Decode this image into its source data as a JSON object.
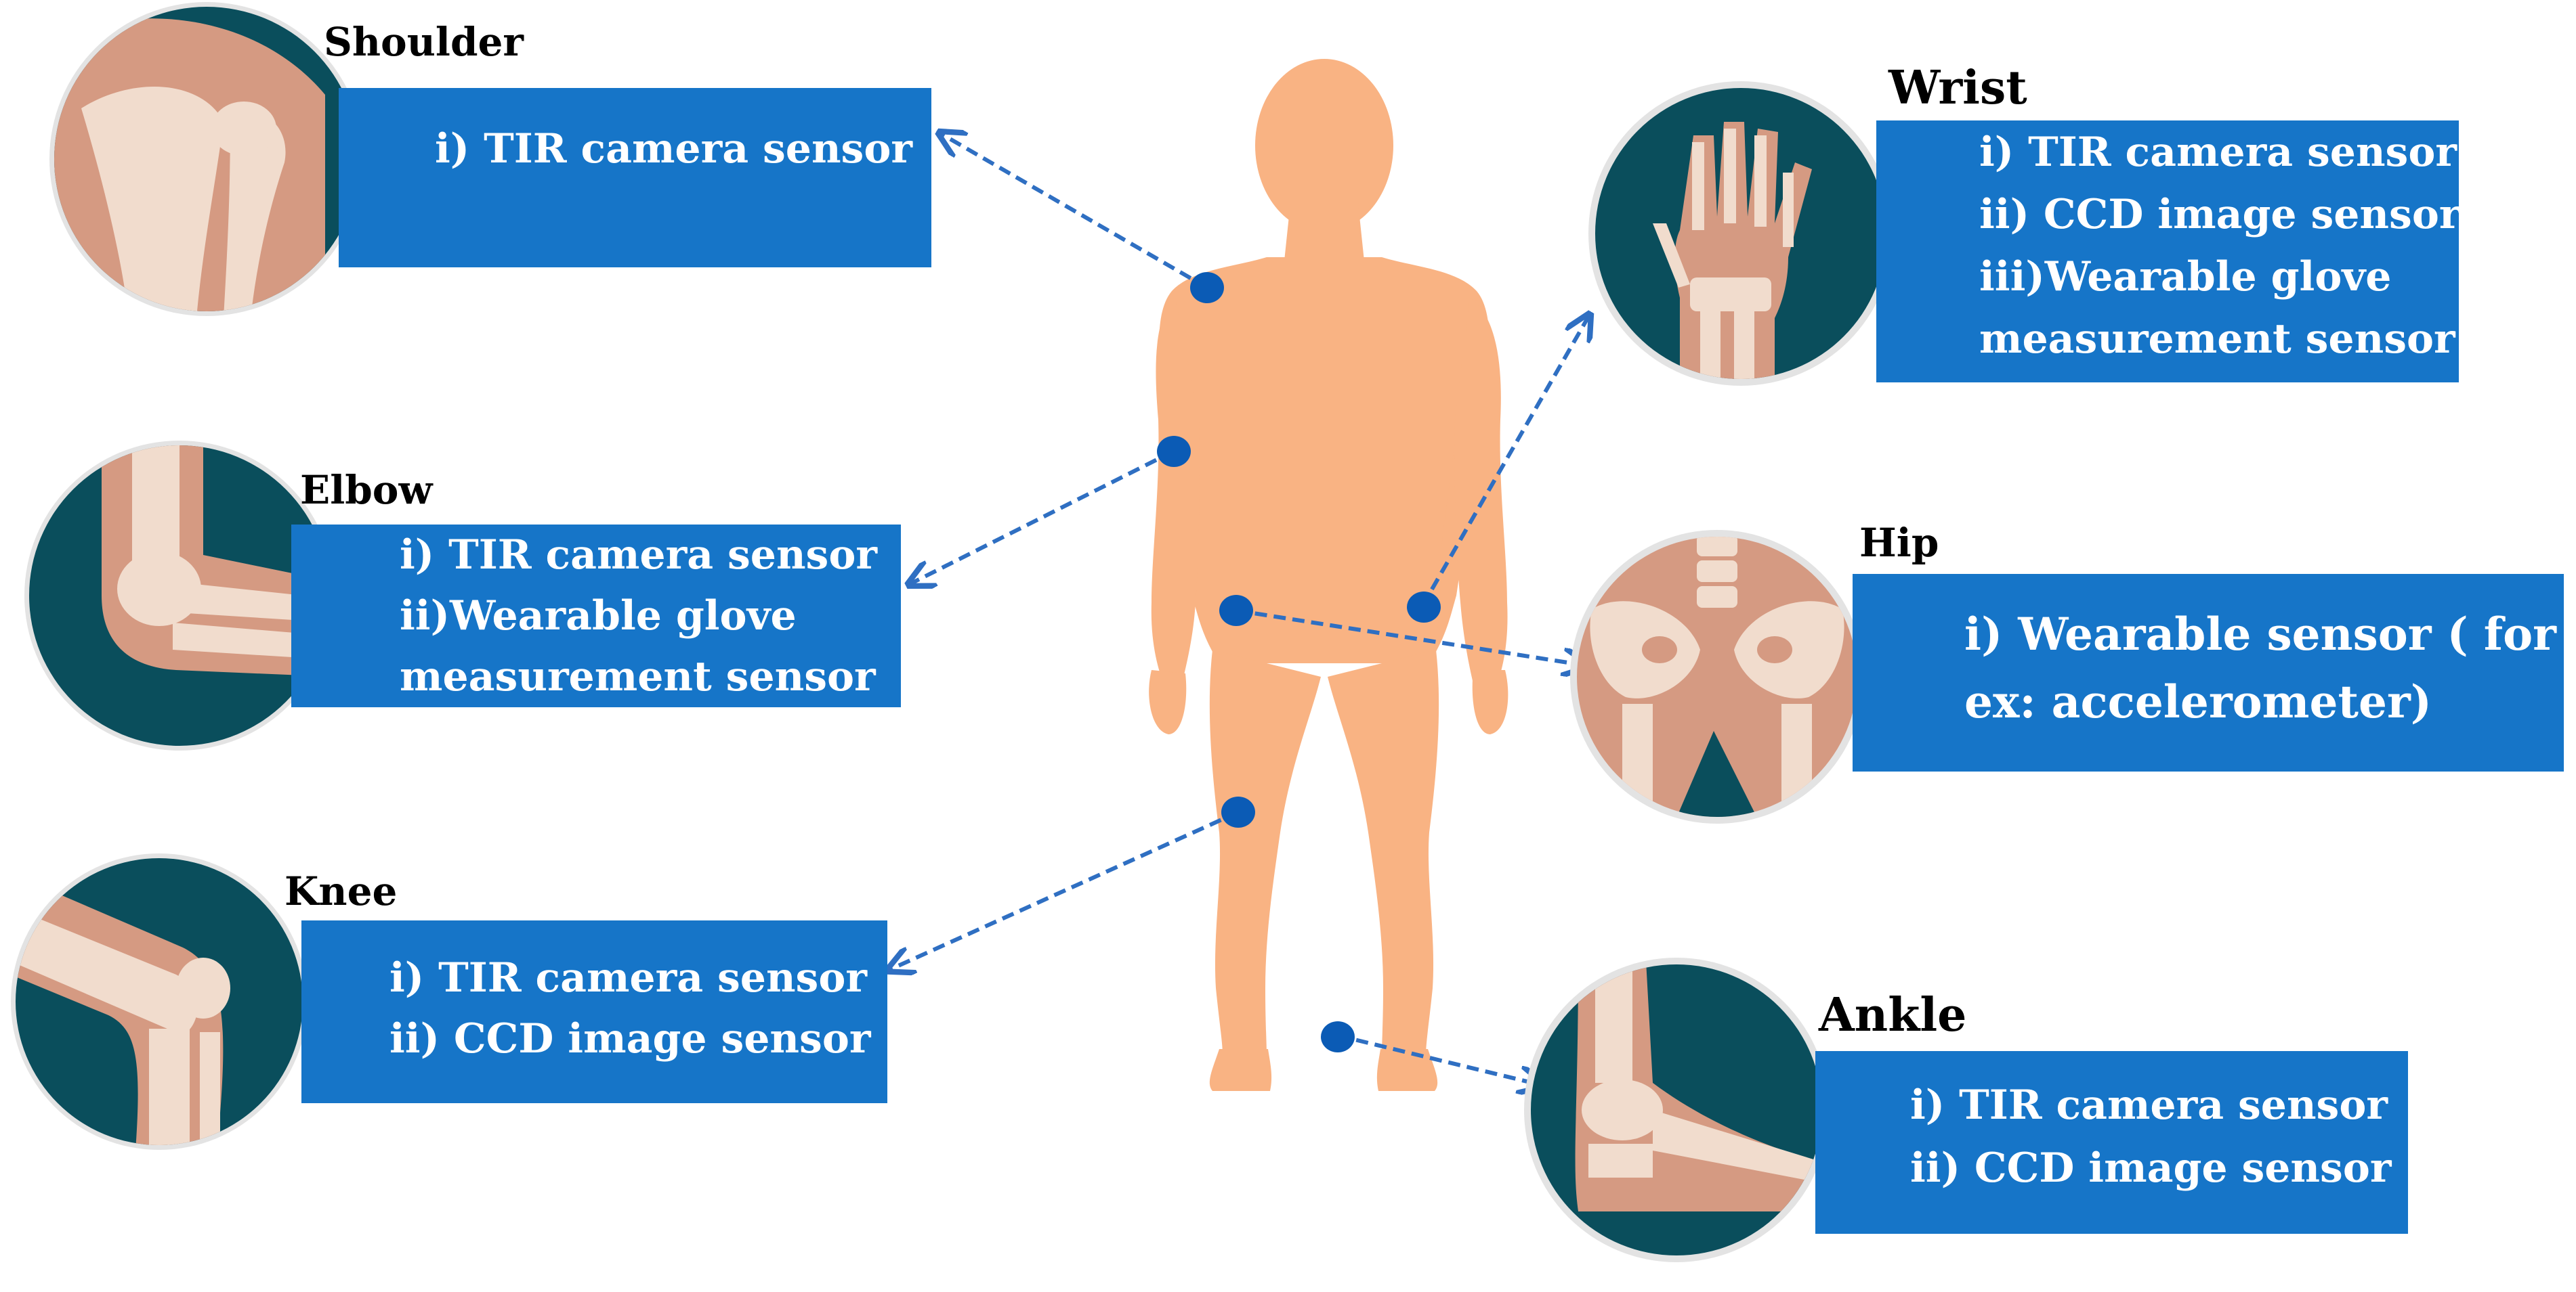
{
  "joints": {
    "shoulder": {
      "title": "Shoulder",
      "sensors": [
        "i) TIR camera sensor"
      ]
    },
    "elbow": {
      "title": "Elbow",
      "sensors": [
        "i) TIR camera sensor",
        "ii)Wearable glove",
        "measurement sensor"
      ]
    },
    "knee": {
      "title": "Knee",
      "sensors": [
        "i) TIR camera sensor",
        "ii) CCD image sensor"
      ]
    },
    "wrist": {
      "title": "Wrist",
      "sensors": [
        "i) TIR camera sensor",
        "ii) CCD image sensor",
        "iii)Wearable glove",
        "measurement sensor"
      ]
    },
    "hip": {
      "title": "Hip",
      "sensors": [
        "i) Wearable sensor ( for",
        "ex: accelerometer)"
      ]
    },
    "ankle": {
      "title": "Ankle",
      "sensors": [
        "i) TIR camera sensor",
        "ii) CCD image sensor"
      ]
    }
  },
  "colors": {
    "panel": "#1675c8",
    "body": "#f9b383",
    "marker": "#0b5bb5",
    "arrow": "#2f6fc2",
    "circle_bg": "#0a4e5c",
    "bone": "#f1dccd",
    "bone_shadow": "#d59a82",
    "ring": "#e3e3e3"
  }
}
